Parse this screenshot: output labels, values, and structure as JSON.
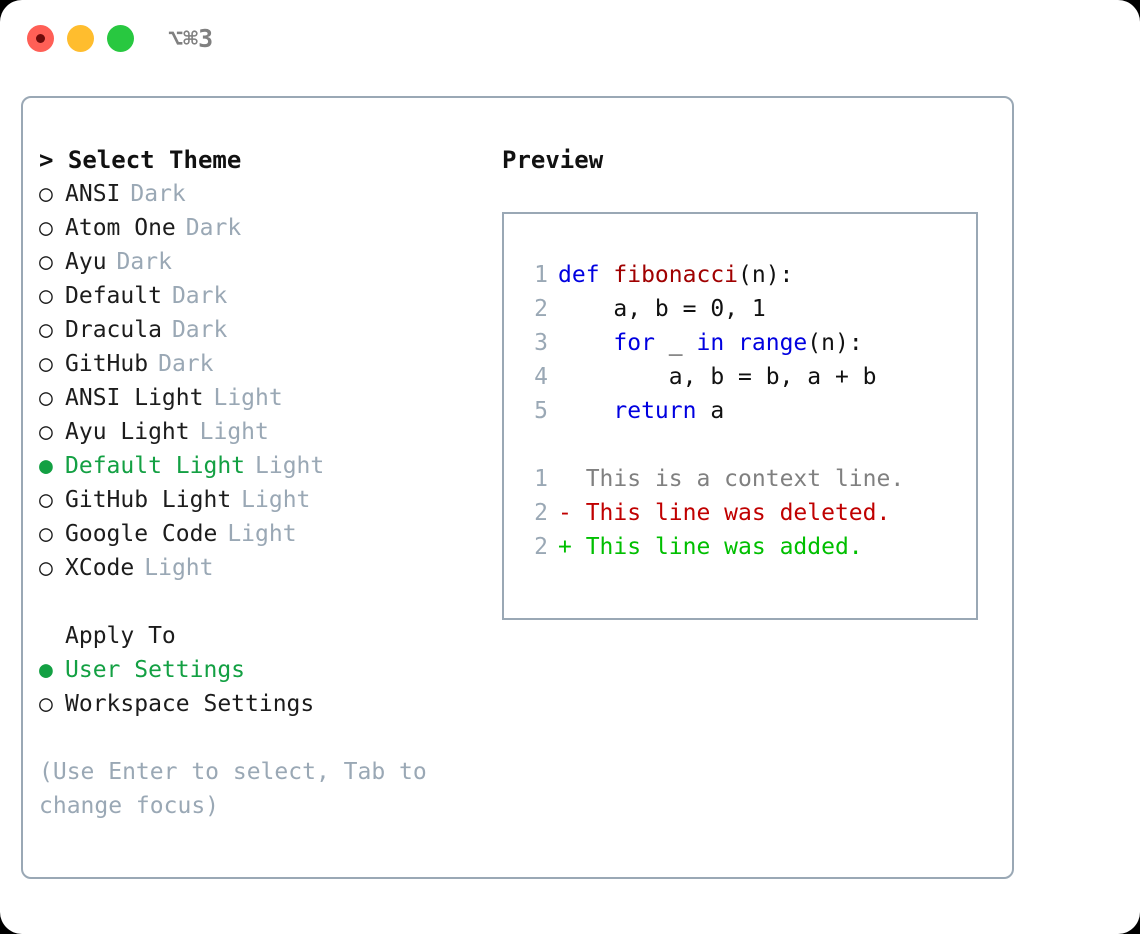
{
  "window": {
    "traffic_lights": [
      "close",
      "minimize",
      "maximize"
    ],
    "shortcut": "⌥⌘3",
    "colors": {
      "close": "#ff5f56",
      "minimize": "#ffbd2e",
      "maximize": "#28c840",
      "accent_green": "#13a043",
      "border": "#9aa8b5",
      "muted": "#9aa8b5"
    }
  },
  "theme_list": {
    "header": "> Select Theme",
    "items": [
      {
        "marker": "○",
        "name": "ANSI",
        "kind": "Dark",
        "selected": false
      },
      {
        "marker": "○",
        "name": "Atom One",
        "kind": "Dark",
        "selected": false
      },
      {
        "marker": "○",
        "name": "Ayu",
        "kind": "Dark",
        "selected": false
      },
      {
        "marker": "○",
        "name": "Default",
        "kind": "Dark",
        "selected": false
      },
      {
        "marker": "○",
        "name": "Dracula",
        "kind": "Dark",
        "selected": false
      },
      {
        "marker": "○",
        "name": "GitHub",
        "kind": "Dark",
        "selected": false
      },
      {
        "marker": "○",
        "name": "ANSI Light",
        "kind": "Light",
        "selected": false
      },
      {
        "marker": "○",
        "name": "Ayu Light",
        "kind": "Light",
        "selected": false
      },
      {
        "marker": "●",
        "name": "Default Light",
        "kind": "Light",
        "selected": true
      },
      {
        "marker": "○",
        "name": "GitHub Light",
        "kind": "Light",
        "selected": false
      },
      {
        "marker": "○",
        "name": "Google Code",
        "kind": "Light",
        "selected": false
      },
      {
        "marker": "○",
        "name": "XCode",
        "kind": "Light",
        "selected": false
      }
    ]
  },
  "apply_to": {
    "header": "Apply To",
    "items": [
      {
        "marker": "●",
        "label": "User Settings",
        "selected": true
      },
      {
        "marker": "○",
        "label": "Workspace Settings",
        "selected": false
      }
    ]
  },
  "hint": "(Use Enter to select, Tab to change focus)",
  "preview": {
    "title": "Preview",
    "code_lines": [
      {
        "n": "1",
        "tokens": [
          {
            "t": "def ",
            "c": "kw"
          },
          {
            "t": "fibonacci",
            "c": "fn"
          },
          {
            "t": "(n):",
            "c": "pl"
          }
        ]
      },
      {
        "n": "2",
        "tokens": [
          {
            "t": "    a, b = 0, 1",
            "c": "pl"
          }
        ]
      },
      {
        "n": "3",
        "tokens": [
          {
            "t": "    ",
            "c": "pl"
          },
          {
            "t": "for",
            "c": "kw"
          },
          {
            "t": " _ ",
            "c": "pl"
          },
          {
            "t": "in",
            "c": "kw"
          },
          {
            "t": " ",
            "c": "pl"
          },
          {
            "t": "range",
            "c": "kw"
          },
          {
            "t": "(n):",
            "c": "pl"
          }
        ]
      },
      {
        "n": "4",
        "tokens": [
          {
            "t": "        a, b = b, a + b",
            "c": "pl"
          }
        ]
      },
      {
        "n": "5",
        "tokens": [
          {
            "t": "    ",
            "c": "pl"
          },
          {
            "t": "return",
            "c": "kw"
          },
          {
            "t": " a",
            "c": "pl"
          }
        ]
      }
    ],
    "diff_lines": [
      {
        "n": "1",
        "sign": "  ",
        "text": "This is a context line.",
        "c": "ctx"
      },
      {
        "n": "2",
        "sign": "- ",
        "text": "This line was deleted.",
        "c": "del"
      },
      {
        "n": "2",
        "sign": "+ ",
        "text": "This line was added.",
        "c": "add"
      }
    ]
  }
}
